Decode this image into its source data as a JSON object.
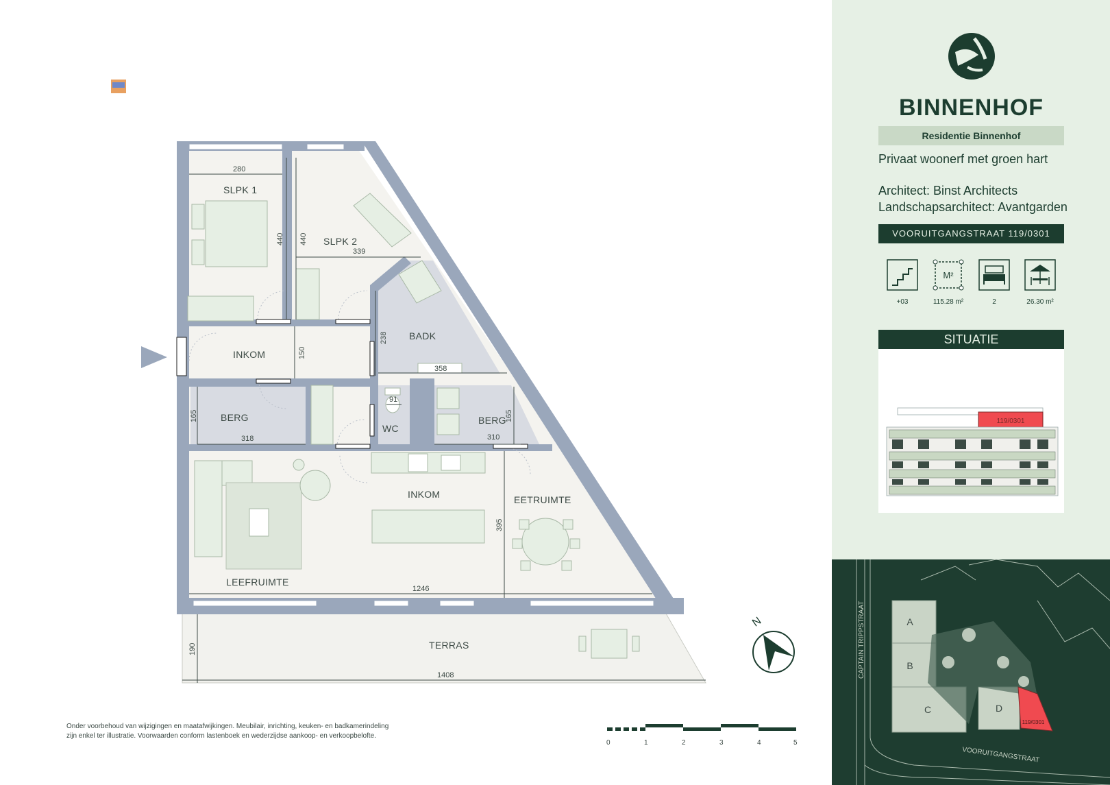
{
  "brand": {
    "name": "BINNENHOF",
    "residentie": "Residentie Binnenhof",
    "tagline": "Privaat woonerf met groen hart",
    "architect": "Architect: Binst Architects",
    "landscape": "Landschapsarchitect: Avantgarden",
    "address": "VOORUITGANGSTRAAT 119/0301",
    "colors": {
      "dark_green": "#1c3d2f",
      "panel_bg": "#e6f0e5",
      "wall": "#9aa7bb",
      "highlight": "#f04a50"
    }
  },
  "specs": [
    {
      "icon": "stairs-icon",
      "value": "+03"
    },
    {
      "icon": "area-m2-icon",
      "value": "115.28 m²",
      "icon_text": "M²"
    },
    {
      "icon": "bed-icon",
      "value": "2"
    },
    {
      "icon": "terrace-icon",
      "value": "26.30 m²"
    }
  ],
  "situatie": {
    "title": "SITUATIE",
    "unit_label": "119/0301"
  },
  "site_map": {
    "street_west": "CAPTAIN TRIPPSTRAAT",
    "street_south": "VOORUITGANGSTRAAT",
    "blocks": [
      "A",
      "B",
      "C",
      "D"
    ],
    "unit_label": "119/0301"
  },
  "rooms": {
    "slpk1": "SLPK 1",
    "slpk2": "SLPK 2",
    "badk": "BADK",
    "inkom_hall": "INKOM",
    "berg_left": "BERG",
    "wc": "WC",
    "berg_right": "BERG",
    "inkom_kitchen": "INKOM",
    "eetruimte": "EETRUIMTE",
    "leefruimte": "LEEFRUIMTE",
    "terras": "TERRAS"
  },
  "dimensions": {
    "slpk1_width": "280",
    "slpk1_depth": "440",
    "slpk2_depth": "440",
    "slpk2_width": "339",
    "badk_depth": "238",
    "badk_width": "358",
    "inkom_depth": "150",
    "wc_width": "91",
    "berg_left_depth": "165",
    "berg_left_width": "318",
    "berg_right_depth": "165",
    "berg_right_width": "310",
    "living_depth": "395",
    "living_width": "1246",
    "terrace_depth": "190",
    "terrace_width": "1408"
  },
  "scale_bar": [
    "0",
    "1",
    "2",
    "3",
    "4",
    "5"
  ],
  "north": "N",
  "disclaimer": {
    "line1": "Onder voorbehoud van wijzigingen en maatafwijkingen. Meubilair, inrichting, keuken- en badkamerindeling",
    "line2": "zijn enkel ter illustratie. Voorwaarden conform lastenboek en wederzijdse aankoop- en verkoopbelofte."
  }
}
